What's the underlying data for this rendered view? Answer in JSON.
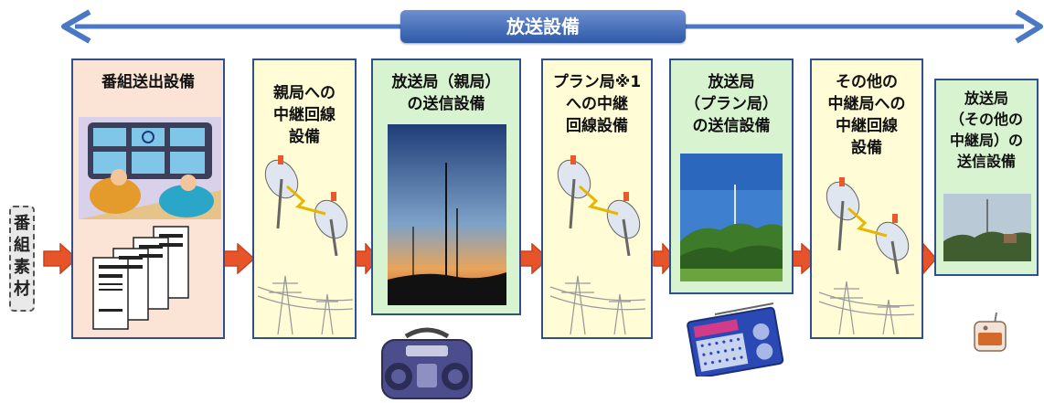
{
  "header": {
    "title": "放送設備"
  },
  "source": {
    "label": "番組素材"
  },
  "stages": [
    {
      "title": "番組送出設備"
    },
    {
      "title": "親局への\n中継回線\n設備"
    },
    {
      "title": "放送局（親局）\nの送信設備"
    },
    {
      "title": "プラン局※1\nへの中継\n回線設備"
    },
    {
      "title": "放送局\n（プラン局）\nの送信設備"
    },
    {
      "title": "その他の\n中継局への\n中継回線\n設備"
    },
    {
      "title": "放送局\n（その他の\n中継局）の\n送信設備"
    }
  ],
  "colors": {
    "arrow": "#e8542a",
    "header_line": "#4a78c4",
    "studio_bg": "#fbe4d5",
    "relay_bg": "#fffcd6",
    "station_bg": "#d8f3cf"
  },
  "icons": [
    "long-double-arrow",
    "studio-control-room",
    "server-racks",
    "microwave-dish",
    "power-line-tower",
    "transmission-tower-photo",
    "boombox-radio",
    "portable-radio",
    "pocket-radio"
  ]
}
